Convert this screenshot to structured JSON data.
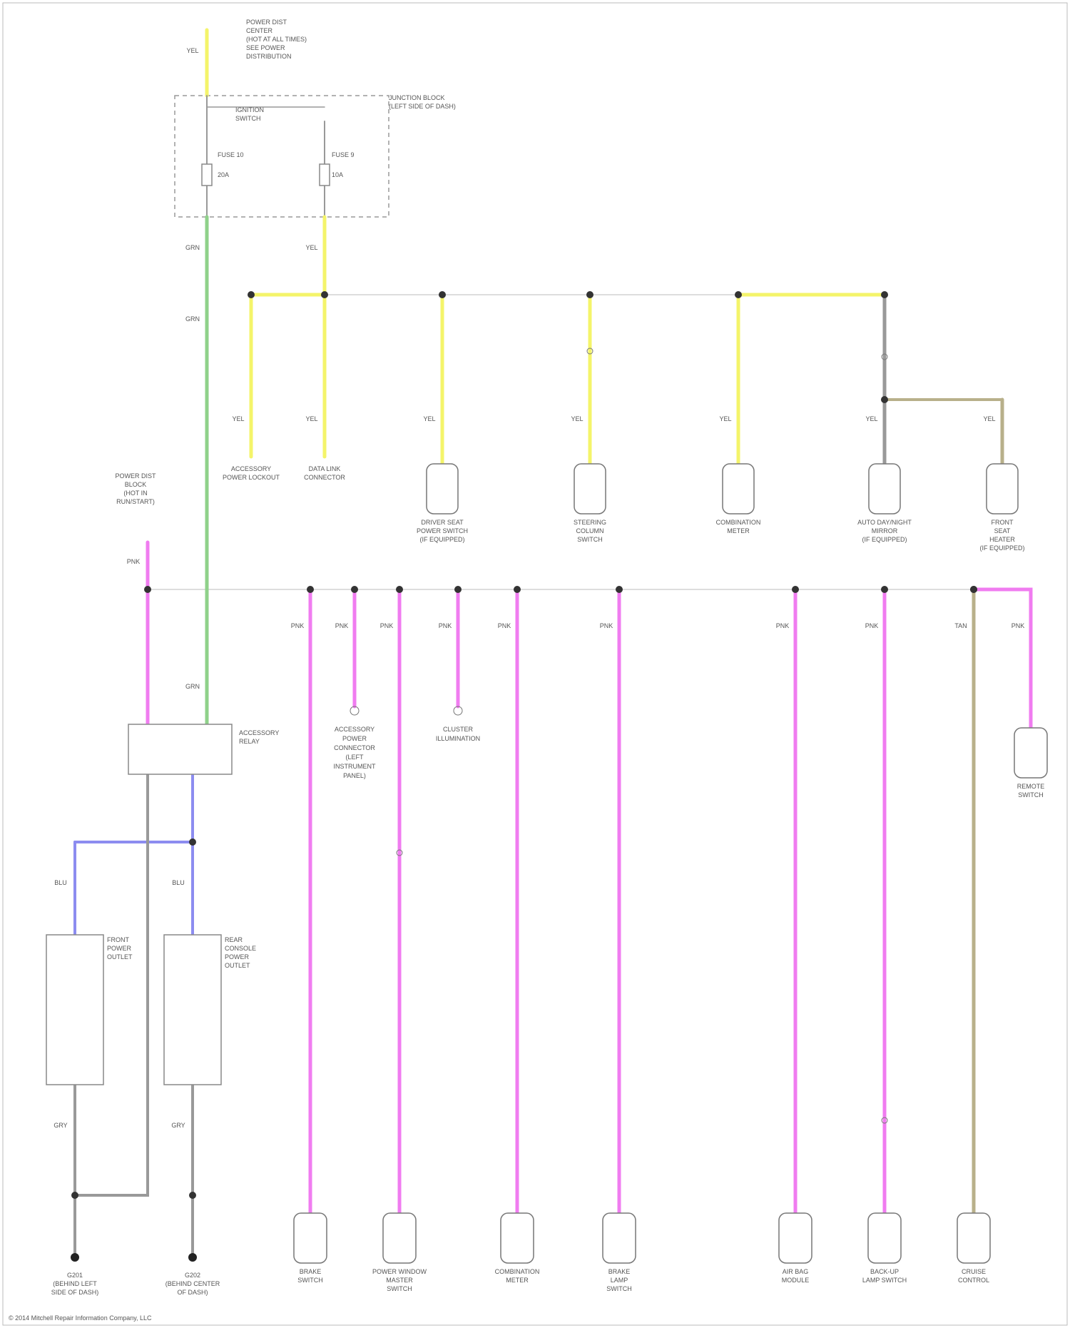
{
  "meta": {
    "footer": "© 2014 Mitchell Repair Information Company, LLC"
  },
  "colors": {
    "yellow": "#f4f46a",
    "green": "#8fd18a",
    "pink": "#f07cf0",
    "blue": "#8c8cf0",
    "grey": "#999999",
    "tan": "#b8b08a",
    "thin": "#cccccc"
  },
  "labels": {
    "top_fuse_source": [
      "POWER DIST",
      "CENTER",
      "(HOT AT ALL TIMES)",
      "SEE POWER",
      "DISTRIBUTION"
    ],
    "junction_block": [
      "JUNCTION BLOCK",
      "(LEFT SIDE OF DASH)"
    ],
    "fuse_a": [
      "FUSE 10",
      "20A"
    ],
    "fuse_b": [
      "FUSE 9",
      "10A"
    ],
    "relay_ignition": [
      "IGNITION",
      "SWITCH"
    ],
    "wire_yel": "YEL",
    "wire_grn": "GRN",
    "wire_pnk": "PNK",
    "wire_blu": "BLU",
    "wire_gry": "GRY",
    "wire_tan": "TAN",
    "upper_devices": [
      [
        "ACCESSORY",
        "POWER LOCKOUT"
      ],
      [
        "DATA LINK",
        "CONNECTOR"
      ],
      [
        "DRIVER SEAT",
        "POWER SWITCH",
        "(IF EQUIPPED)"
      ],
      [
        "STEERING",
        "COLUMN",
        "SWITCH"
      ],
      [
        "COMBINATION",
        "METER"
      ],
      [
        "AUTO DAY/NIGHT",
        "MIRROR",
        "(IF EQUIPPED)"
      ],
      [
        "FRONT",
        "SEAT",
        "HEATER",
        "(IF EQUIPPED)"
      ]
    ],
    "left_feed": [
      "POWER DIST",
      "BLOCK",
      "(HOT IN",
      "RUN/START)"
    ],
    "switch_label": [
      "ACCESSORY",
      "RELAY"
    ],
    "mid_labels": [
      [
        "ACCESSORY",
        "POWER",
        "CONNECTOR",
        "(LEFT",
        "INSTRUMENT",
        "PANEL)"
      ],
      [
        "CLUSTER",
        "ILLUMINATION"
      ]
    ],
    "right_device": [
      "REMOTE",
      "SWITCH"
    ],
    "left_devices": [
      [
        "FRONT",
        "POWER",
        "OUTLET"
      ],
      [
        "REAR",
        "CONSOLE",
        "POWER",
        "OUTLET"
      ]
    ],
    "ground_labels": [
      [
        "G201",
        "(BEHIND LEFT",
        "SIDE OF DASH)"
      ],
      [
        "G202",
        "(BEHIND CENTER",
        "OF DASH)"
      ]
    ],
    "bottom_devices": [
      [
        "BRAKE",
        "SWITCH"
      ],
      [
        "POWER WINDOW",
        "MASTER",
        "SWITCH"
      ],
      [
        "COMBINATION",
        "METER"
      ],
      [
        "BRAKE",
        "LAMP",
        "SWITCH"
      ],
      [
        "AIR BAG",
        "MODULE"
      ],
      [
        "BACK-UP",
        "LAMP SWITCH"
      ],
      [
        "CRUISE",
        "CONTROL"
      ]
    ]
  }
}
